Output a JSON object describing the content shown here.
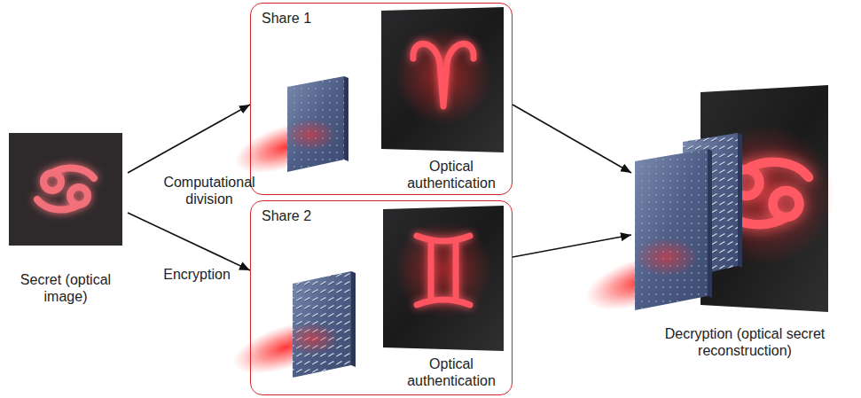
{
  "diagram": {
    "nodes": [
      {
        "text": [
          "Secret (optical image)"
        ]
      },
      {
        "text": [
          "Share 1",
          "Optical authentication"
        ]
      },
      {
        "text": [
          "Share 2",
          "Optical authentication"
        ]
      },
      {
        "text": [
          "Decryption (optical secret reconstruction)"
        ]
      }
    ],
    "edges": [
      {
        "from": 0,
        "to": 1,
        "arrow": "to"
      },
      {
        "from": 0,
        "to": 2,
        "arrow": "to"
      },
      {
        "from": 1,
        "to": 3,
        "arrow": "to"
      },
      {
        "from": 2,
        "to": 3,
        "arrow": "to"
      }
    ],
    "labels": [
      "Computational division",
      "Encryption"
    ]
  }
}
